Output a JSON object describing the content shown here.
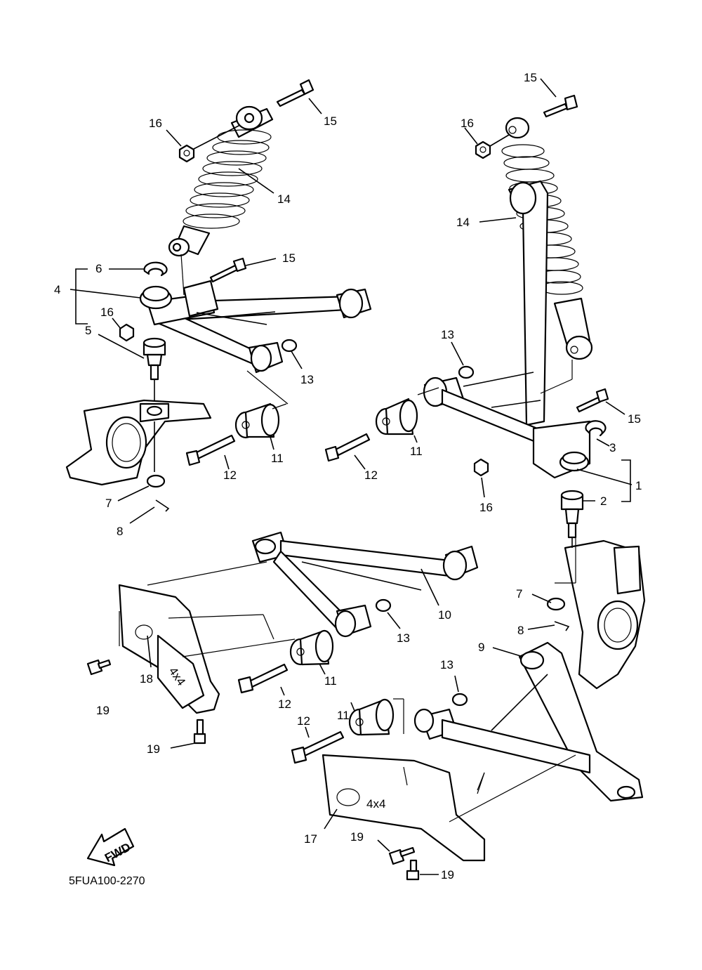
{
  "diagram": {
    "code": "5FUA100-2270",
    "fwd_label": "FWD",
    "guard_marking": "4x4",
    "callouts": [
      {
        "id": "c-15-a",
        "text": "15"
      },
      {
        "id": "c-16-a",
        "text": "16"
      },
      {
        "id": "c-14-a",
        "text": "14"
      },
      {
        "id": "c-6",
        "text": "6"
      },
      {
        "id": "c-15-b",
        "text": "15"
      },
      {
        "id": "c-4",
        "text": "4"
      },
      {
        "id": "c-16-b",
        "text": "16"
      },
      {
        "id": "c-5",
        "text": "5"
      },
      {
        "id": "c-13-a",
        "text": "13"
      },
      {
        "id": "c-11-a",
        "text": "11"
      },
      {
        "id": "c-12-a",
        "text": "12"
      },
      {
        "id": "c-7-a",
        "text": "7"
      },
      {
        "id": "c-8-a",
        "text": "8"
      },
      {
        "id": "c-15-c",
        "text": "15"
      },
      {
        "id": "c-16-c",
        "text": "16"
      },
      {
        "id": "c-14-b",
        "text": "14"
      },
      {
        "id": "c-13-b",
        "text": "13"
      },
      {
        "id": "c-15-d",
        "text": "15"
      },
      {
        "id": "c-3",
        "text": "3"
      },
      {
        "id": "c-11-b",
        "text": "11"
      },
      {
        "id": "c-12-b",
        "text": "12"
      },
      {
        "id": "c-1",
        "text": "1"
      },
      {
        "id": "c-16-d",
        "text": "16"
      },
      {
        "id": "c-2",
        "text": "2"
      },
      {
        "id": "c-10",
        "text": "10"
      },
      {
        "id": "c-13-c",
        "text": "13"
      },
      {
        "id": "c-7-b",
        "text": "7"
      },
      {
        "id": "c-8-b",
        "text": "8"
      },
      {
        "id": "c-9",
        "text": "9"
      },
      {
        "id": "c-11-c",
        "text": "11"
      },
      {
        "id": "c-19-a",
        "text": "19"
      },
      {
        "id": "c-18",
        "text": "18"
      },
      {
        "id": "c-12-c",
        "text": "12"
      },
      {
        "id": "c-13-d",
        "text": "13"
      },
      {
        "id": "c-11-d",
        "text": "11"
      },
      {
        "id": "c-19-b",
        "text": "19"
      },
      {
        "id": "c-12-d",
        "text": "12"
      },
      {
        "id": "c-17",
        "text": "17"
      },
      {
        "id": "c-19-c",
        "text": "19"
      },
      {
        "id": "c-19-d",
        "text": "19"
      }
    ]
  }
}
